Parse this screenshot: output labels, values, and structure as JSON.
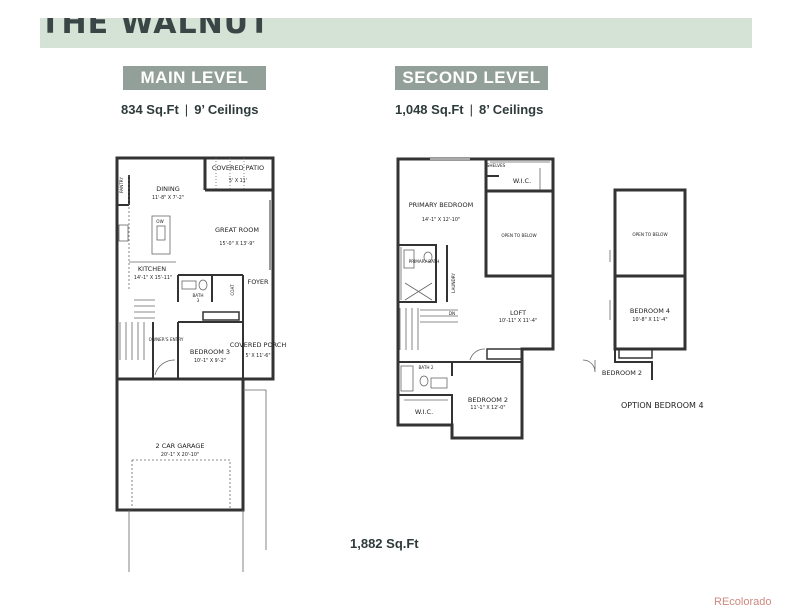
{
  "plan_name": "THE WALNUT",
  "main_level": {
    "label": "MAIN LEVEL",
    "sqft": "834 Sq.Ft",
    "ceilings": "9’ Ceilings",
    "rooms": {
      "pantry": "PANTRY",
      "dining": "DINING",
      "dining_dim": "11'-8\" X 7'-2\"",
      "covered_patio": "COVERED PATIO",
      "covered_patio_dim": "5' X 11'",
      "ow": "OW",
      "great_room": "GREAT ROOM",
      "great_room_dim": "15'-0\" X 13'-9\"",
      "kitchen": "KITCHEN",
      "kitchen_dim": "14'-1\" X 15'-11\"",
      "bath": "BATH",
      "bath_num": "3",
      "coat": "COAT",
      "foyer": "FOYER",
      "owners_entry": "OWNER'S ENTRY",
      "bedroom3": "BEDROOM 3",
      "bedroom3_dim": "10'-1\" X 9'-2\"",
      "covered_porch": "COVERED PORCH",
      "covered_porch_dim": "5' X 11'-6\"",
      "garage": "2 CAR GARAGE",
      "garage_dim": "20'-1\" X 20'-10\""
    }
  },
  "second_level": {
    "label": "SECOND LEVEL",
    "sqft": "1,048 Sq.Ft",
    "ceilings": "8’ Ceilings",
    "rooms": {
      "shelves": "SHELVES",
      "wic1": "W.I.C.",
      "primary_bedroom": "PRIMARY BEDROOM",
      "primary_bedroom_dim": "14'-1\" X 12'-10\"",
      "open_to_below": "OPEN TO BELOW",
      "primary_bath": "PRIMARY BATH",
      "laundry": "LAUNDRY",
      "dn": "DN",
      "loft": "LOFT",
      "loft_dim": "10'-11\" X 11'-4\"",
      "bath2": "BATH 2",
      "wic2": "W.I.C.",
      "bedroom2": "BEDROOM 2",
      "bedroom2_dim": "11'-1\" X 12'-0\""
    }
  },
  "option": {
    "open_to_below": "OPEN TO BELOW",
    "bedroom4": "BEDROOM 4",
    "bedroom4_dim": "10'-8\" X 11'-4\"",
    "bedroom2_ref": "BEDROOM 2",
    "label": "OPTION BEDROOM 4"
  },
  "total_sqft": "1,882 Sq.Ft",
  "watermark": "REcolorado",
  "colors": {
    "title_band": "#d5e2d6",
    "level_tag": "#93a09a",
    "wall": "#333333",
    "text": "#2f3a3a",
    "watermark": "#d08a80"
  }
}
